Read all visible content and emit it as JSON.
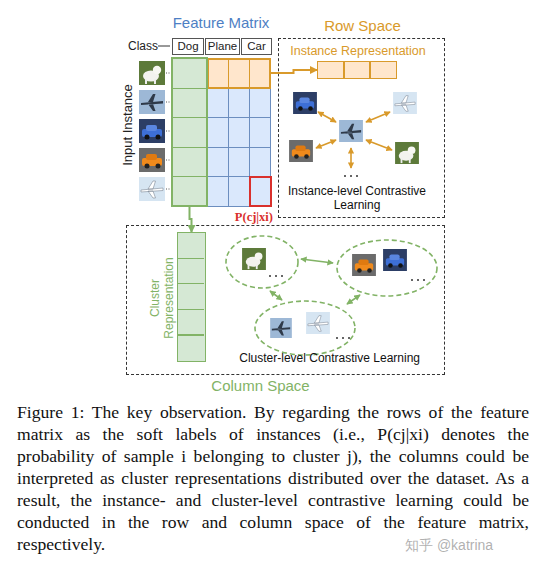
{
  "diagram": {
    "caption": "Figure 1: The key observation. By regarding the rows of the feature matrix as the soft labels of instances (i.e., P(cj|xi) denotes the probability of sample i belonging to cluster j), the columns could be interpreted as cluster representations distributed over the dataset. As a result, the instance- and cluster-level contrastive learning could be conducted in the row and column space of the feature matrix, respectively.",
    "nodes": [
      {
        "text": [
          "Feature Matrix"
        ]
      },
      {
        "text": [
          "Dog"
        ]
      },
      {
        "text": [
          "Plane"
        ]
      },
      {
        "text": [
          "Car"
        ]
      },
      {
        "text": [
          "P(cj|xi)"
        ],
        "in": 0
      },
      {
        "text": [
          "Row Space",
          "Instance-level Contrastive Learning"
        ]
      },
      {
        "text": [
          "Instance Representation"
        ],
        "in": 5
      },
      {
        "text": [
          "Cluster-level Contrastive Learning",
          "Column Space"
        ]
      },
      {
        "text": [
          "Cluster Representation"
        ],
        "in": 7
      }
    ],
    "edges": [
      {
        "from": 0,
        "to": 6,
        "arrow": "to"
      },
      {
        "from": 0,
        "to": 8,
        "arrow": "to"
      }
    ],
    "labels": [
      "Class",
      "Input Instance",
      "知乎 @katrina"
    ]
  }
}
